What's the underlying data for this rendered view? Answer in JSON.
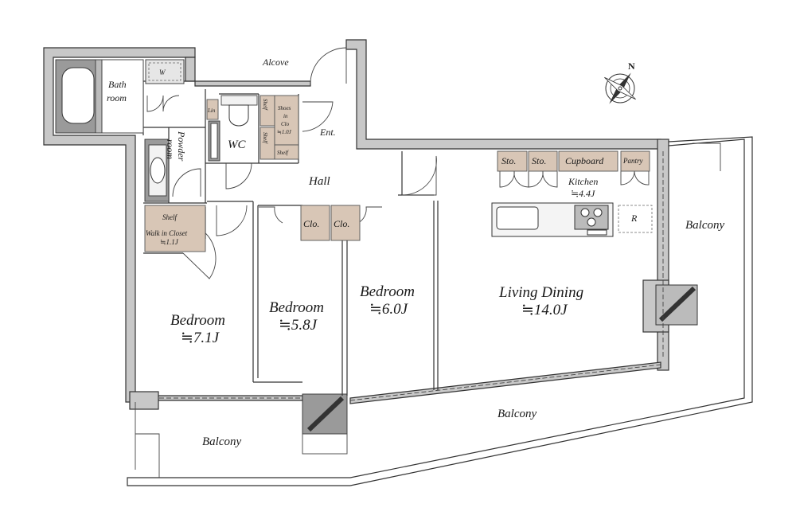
{
  "plan": {
    "compass_label": "N",
    "rooms": {
      "bath": "Bath",
      "bath2": "room",
      "washer": "W",
      "linen": "Lin",
      "powder": "Powder",
      "powder2": "room",
      "wc": "WC",
      "shelf_v1": "Shelf",
      "shelf_v2": "Shelf",
      "shoes1": "Shoes",
      "shoes2": "in",
      "shoes3": "Clo",
      "shoes4": "≒1.0J",
      "shelf_small": "Shelf",
      "entrance": "Ent.",
      "alcove": "Alcove",
      "hall": "Hall",
      "wic_shelf": "Shelf",
      "wic1": "Walk in Closet",
      "wic2": "≒1.1J",
      "clo1": "Clo.",
      "clo2": "Clo.",
      "sto1": "Sto.",
      "sto2": "Sto.",
      "cupboard": "Cupboard",
      "pantry": "Pantry",
      "kitchen": "Kitchen",
      "kitchen_size": "≒4.4J",
      "fridge": "R",
      "bed1": "Bedroom",
      "bed1_size": "≒7.1J",
      "bed2": "Bedroom",
      "bed2_size": "≒5.8J",
      "bed3": "Bedroom",
      "bed3_size": "≒6.0J",
      "living": "Living Dining",
      "living_size": "≒14.0J",
      "balcony_right": "Balcony",
      "balcony_mid": "Balcony",
      "balcony_left": "Balcony"
    }
  }
}
